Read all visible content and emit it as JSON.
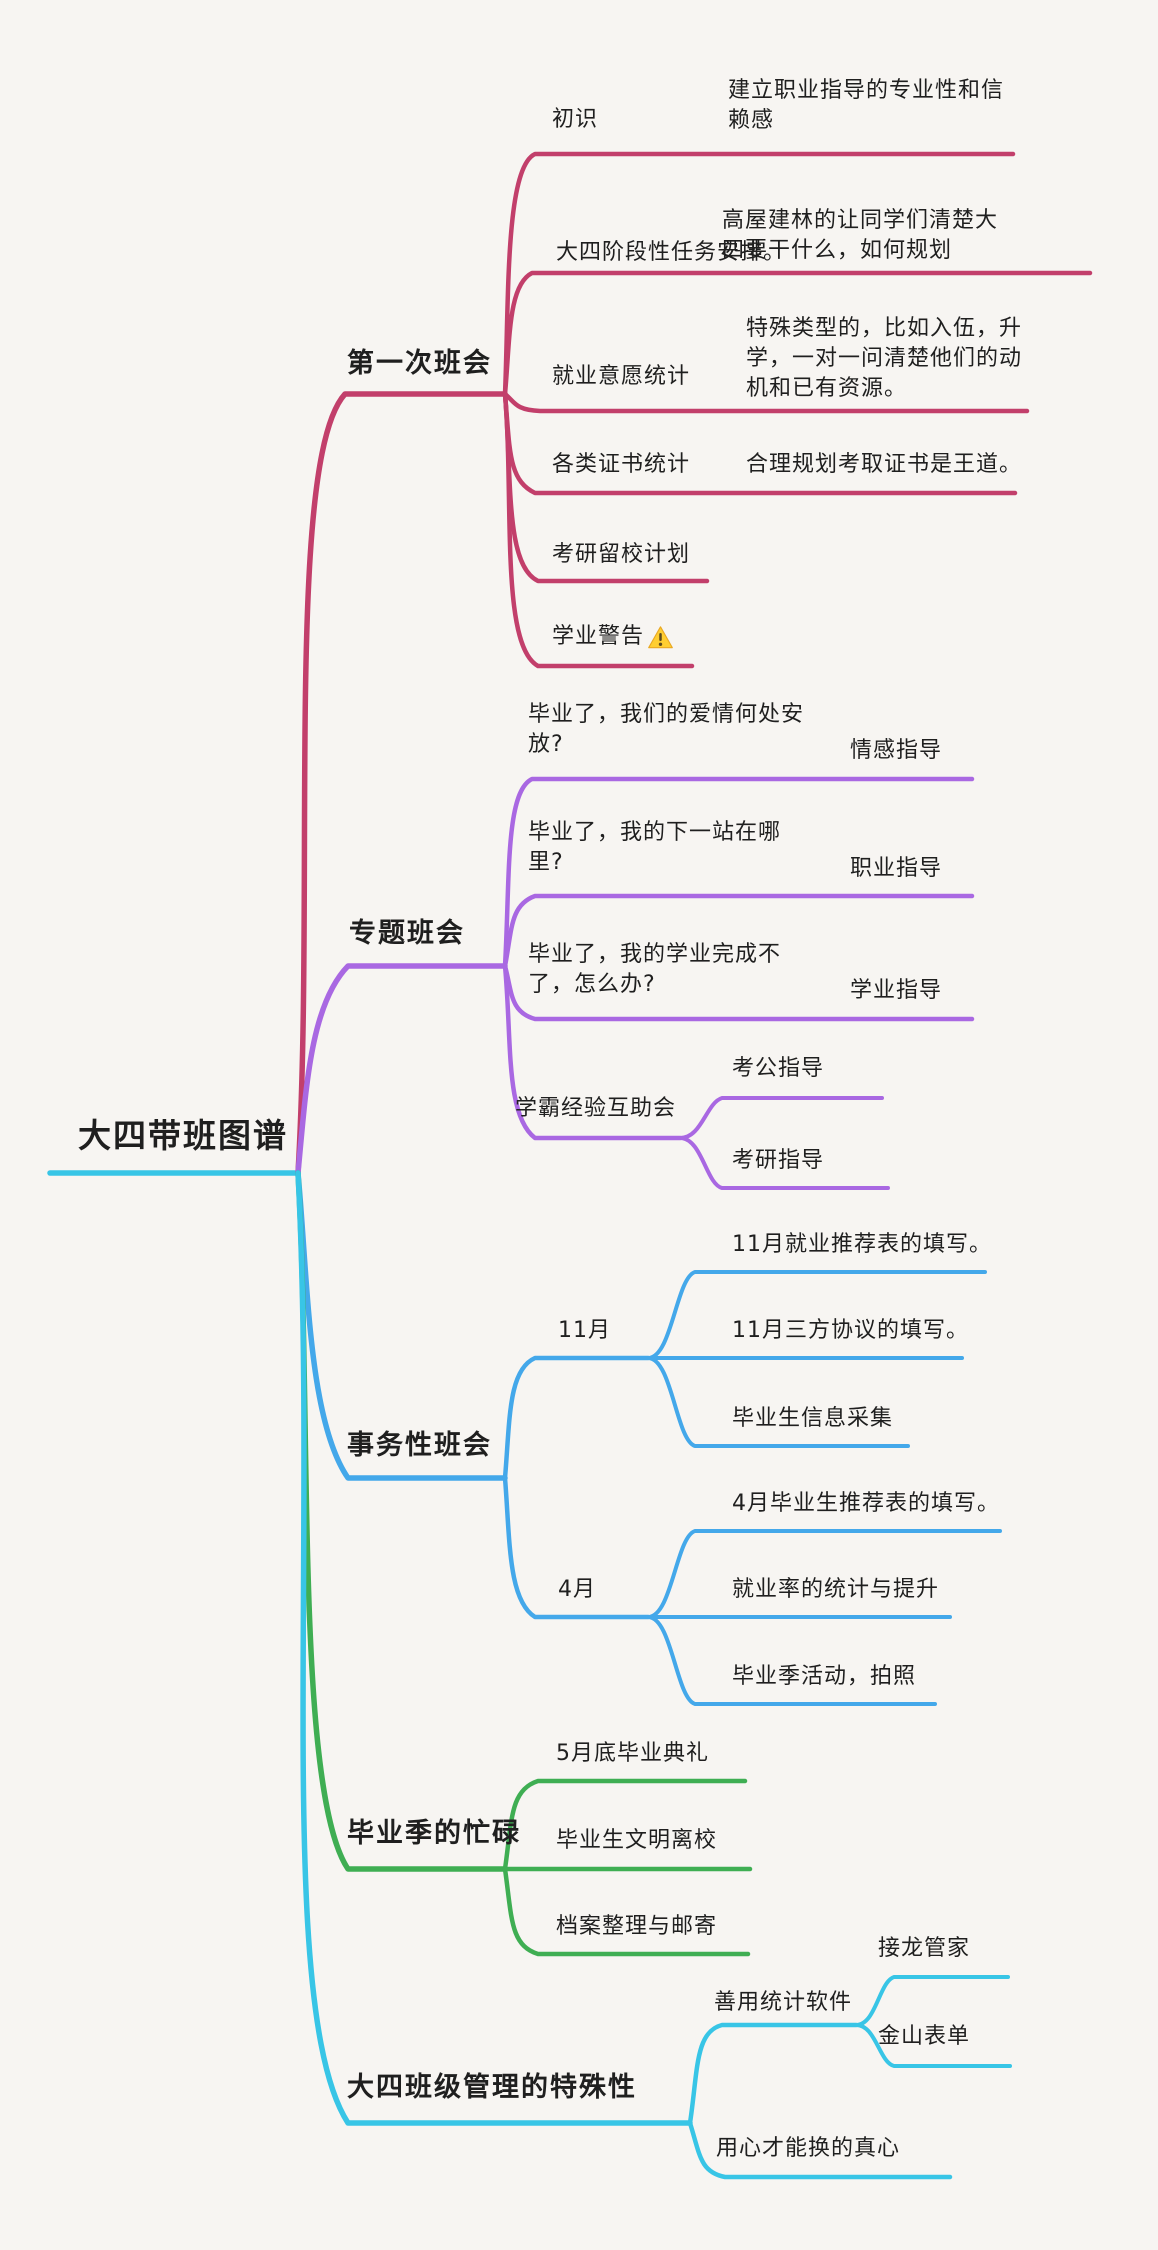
{
  "diagram": {
    "type": "mindmap",
    "background": "#f7f5f2",
    "root": {
      "label": "大四带班图谱",
      "color": "#38c5e6"
    },
    "branches": [
      {
        "label": "第一次班会",
        "color": "#c23f6b",
        "children": [
          {
            "label": "初识",
            "note": "建立职业指导的专业性和信\n赖感"
          },
          {
            "label": "大四阶段性任务安排。",
            "note": "高屋建林的让同学们清楚大\n四要干什么，如何规划"
          },
          {
            "label": "就业意愿统计",
            "note": "特殊类型的，比如入伍，升\n学，一对一问清楚他们的动\n机和已有资源。"
          },
          {
            "label": "各类证书统计",
            "note": "合理规划考取证书是王道。"
          },
          {
            "label": "考研留校计划"
          },
          {
            "label": "学业警告",
            "icon": "warning"
          }
        ]
      },
      {
        "label": "专题班会",
        "color": "#a968e2",
        "children": [
          {
            "label": "毕业了，我们的爱情何处安\n放?",
            "note": "情感指导"
          },
          {
            "label": "毕业了，我的下一站在哪\n里?",
            "note": "职业指导"
          },
          {
            "label": "毕业了，我的学业完成不\n了，怎么办?",
            "note": "学业指导"
          },
          {
            "label": "学霸经验互助会",
            "children": [
              {
                "label": "考公指导"
              },
              {
                "label": "考研指导"
              }
            ]
          }
        ]
      },
      {
        "label": "事务性班会",
        "color": "#44a8ea",
        "children": [
          {
            "label": "11月",
            "children": [
              {
                "label": "11月就业推荐表的填写。"
              },
              {
                "label": "11月三方协议的填写。"
              },
              {
                "label": "毕业生信息采集"
              }
            ]
          },
          {
            "label": "4月",
            "children": [
              {
                "label": "4月毕业生推荐表的填写。"
              },
              {
                "label": "就业率的统计与提升"
              },
              {
                "label": "毕业季活动，拍照"
              }
            ]
          }
        ]
      },
      {
        "label": "毕业季的忙碌",
        "color": "#3fae53",
        "children": [
          {
            "label": "5月底毕业典礼"
          },
          {
            "label": "毕业生文明离校"
          },
          {
            "label": "档案整理与邮寄"
          }
        ]
      },
      {
        "label": "大四班级管理的特殊性",
        "color": "#38c5e6",
        "children": [
          {
            "label": "善用统计软件",
            "children": [
              {
                "label": "接龙管家"
              },
              {
                "label": "金山表单"
              }
            ]
          },
          {
            "label": "用心才能换的真心"
          }
        ]
      }
    ]
  }
}
